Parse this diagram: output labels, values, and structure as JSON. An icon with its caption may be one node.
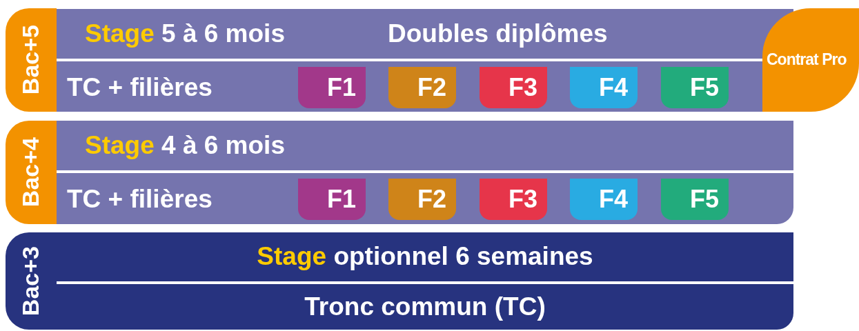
{
  "diagram": {
    "nodes": [
      {
        "text": [
          "Bac+5"
        ]
      },
      {
        "text": [
          "**Stage** 5 à 6 mois",
          "Doubles diplômes"
        ]
      },
      {
        "text": [
          "TC + filières"
        ]
      },
      {
        "text": [
          "F1"
        ],
        "in": 2
      },
      {
        "text": [
          "F2"
        ],
        "in": 2
      },
      {
        "text": [
          "F3"
        ],
        "in": 2
      },
      {
        "text": [
          "F4"
        ],
        "in": 2
      },
      {
        "text": [
          "F5"
        ],
        "in": 2
      },
      {
        "text": [
          "Contrat Pro"
        ]
      },
      {
        "text": [
          "Bac+4"
        ]
      },
      {
        "text": [
          "**Stage** 4 à 6 mois"
        ]
      },
      {
        "text": [
          "TC + filières"
        ]
      },
      {
        "text": [
          "F1"
        ],
        "in": 11
      },
      {
        "text": [
          "F2"
        ],
        "in": 11
      },
      {
        "text": [
          "F3"
        ],
        "in": 11
      },
      {
        "text": [
          "F4"
        ],
        "in": 11
      },
      {
        "text": [
          "F5"
        ],
        "in": 11
      },
      {
        "text": [
          "Bac+3"
        ]
      },
      {
        "text": [
          "**Stage** optionnel 6 semaines"
        ]
      },
      {
        "text": [
          "Tronc commun (TC)"
        ]
      }
    ]
  }
}
